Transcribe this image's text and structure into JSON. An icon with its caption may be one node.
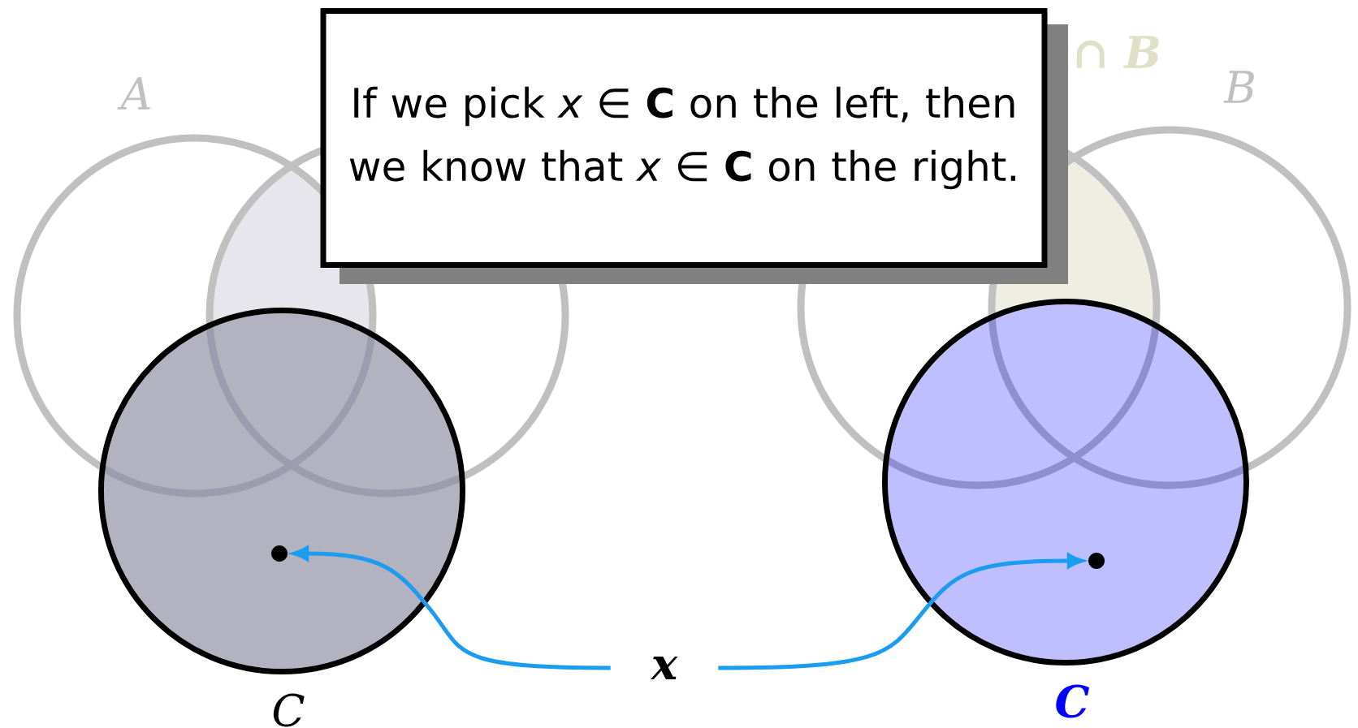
{
  "diagram": {
    "nodes": [
      {
        "text": [
          "If we pick *x* ∈ **C** on the left, then we know that *x* ∈ **C** on the right."
        ]
      },
      {
        "text": [
          "C"
        ]
      },
      {
        "text": [
          "C"
        ]
      },
      {
        "text": [],
        "shape": "circle",
        "in": 1
      },
      {
        "text": [],
        "shape": "circle",
        "in": 2
      },
      {
        "text": [
          "x"
        ]
      }
    ],
    "edges": [
      {
        "from": 5,
        "to": 3,
        "arrow": "to"
      },
      {
        "from": 5,
        "to": 4,
        "arrow": "to"
      }
    ],
    "labels": [
      "A",
      "∩ B",
      "B"
    ]
  }
}
